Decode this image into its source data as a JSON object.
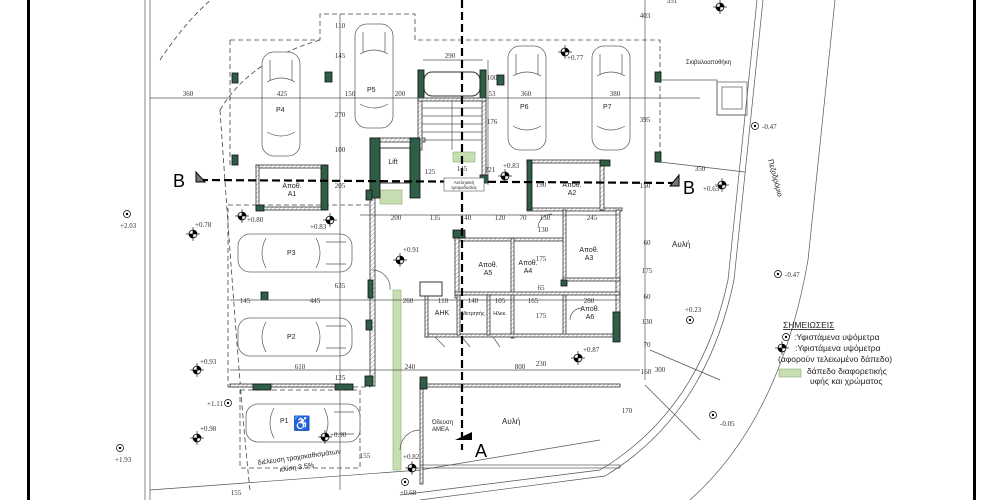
{
  "section_marks": {
    "a": "A",
    "b_left": "B",
    "b_right": "B"
  },
  "parking": {
    "p1": "P1",
    "p2": "P2",
    "p3": "P3",
    "p4": "P4",
    "p5": "P5",
    "p6": "P6",
    "p7": "P7"
  },
  "rooms": {
    "lift": "Lift",
    "a1": [
      "Αποθ.",
      "A1"
    ],
    "a2": [
      "Αποθ.",
      "A2"
    ],
    "a3": [
      "Αποθ.",
      "A3"
    ],
    "a4": [
      "Αποθ.",
      "A4"
    ],
    "a5": [
      "Αποθ.",
      "A5"
    ],
    "a6": [
      "Αποθ.",
      "A6"
    ],
    "ahk": "ΑΗΚ",
    "meter": "Μετρητής",
    "elec": "Ηλεκ.",
    "pump": [
      "Αντλησική",
      "τροφοδοσίας"
    ]
  },
  "areas": {
    "yard_1": "Αυλή",
    "yard_2": "Αυλή",
    "sidewalk": "Πεζοδρόμιο",
    "bin_store": "Σκιβαλοαποθήκη",
    "access": [
      "Όδευση",
      "ΑΜΕΑ"
    ],
    "wheelchair": [
      "διέλευση τροχοκαθισμάτων",
      "κλίση 3.5%"
    ]
  },
  "elevations": [
    "+2.03",
    "+0.78",
    "+0.80",
    "+0.83",
    "+0.91",
    "+0.83",
    "+0.77",
    "+0.63",
    "-0.47",
    "-0.47",
    "+0.23",
    "+0.87",
    "+0.93",
    "+1.11",
    "+0.98",
    "+0.90",
    "+1.93",
    "+0.82",
    "+0.68",
    "-0.05"
  ],
  "dimensions": [
    "360",
    "425",
    "150",
    "200",
    "360",
    "380",
    "290",
    "100",
    "53",
    "176",
    "145",
    "110",
    "270",
    "100",
    "205",
    "395",
    "403",
    "351",
    "350",
    "150",
    "125",
    "145",
    "221",
    "200",
    "135",
    "140",
    "120",
    "70",
    "130",
    "245",
    "130",
    "190",
    "175",
    "65",
    "175",
    "260",
    "110",
    "140",
    "105",
    "165",
    "280",
    "635",
    "145",
    "445",
    "610",
    "125",
    "240",
    "800",
    "230",
    "60",
    "175",
    "60",
    "130",
    "70",
    "160",
    "300",
    "170",
    "155",
    "155"
  ],
  "legend": {
    "title": "ΣΗΜΕΙΩΣΕΙΣ",
    "items": [
      {
        "icon": "existing-level-icon",
        "text": ":Υφιστάμενα υψόμετρα"
      },
      {
        "icon": "finished-level-icon",
        "text": ":Υφιστάμενα υψόμετρα",
        "note": "(αφορούν τελειωμένο δάπεδο)"
      },
      {
        "icon": "green-swatch",
        "text": "δάπεδο διαφορετικής",
        "text2": "υφής και χρώματος",
        "color": "#c7deb2"
      }
    ]
  },
  "colors": {
    "column": "#2f5e47",
    "accent_floor": "#c7deb2"
  }
}
